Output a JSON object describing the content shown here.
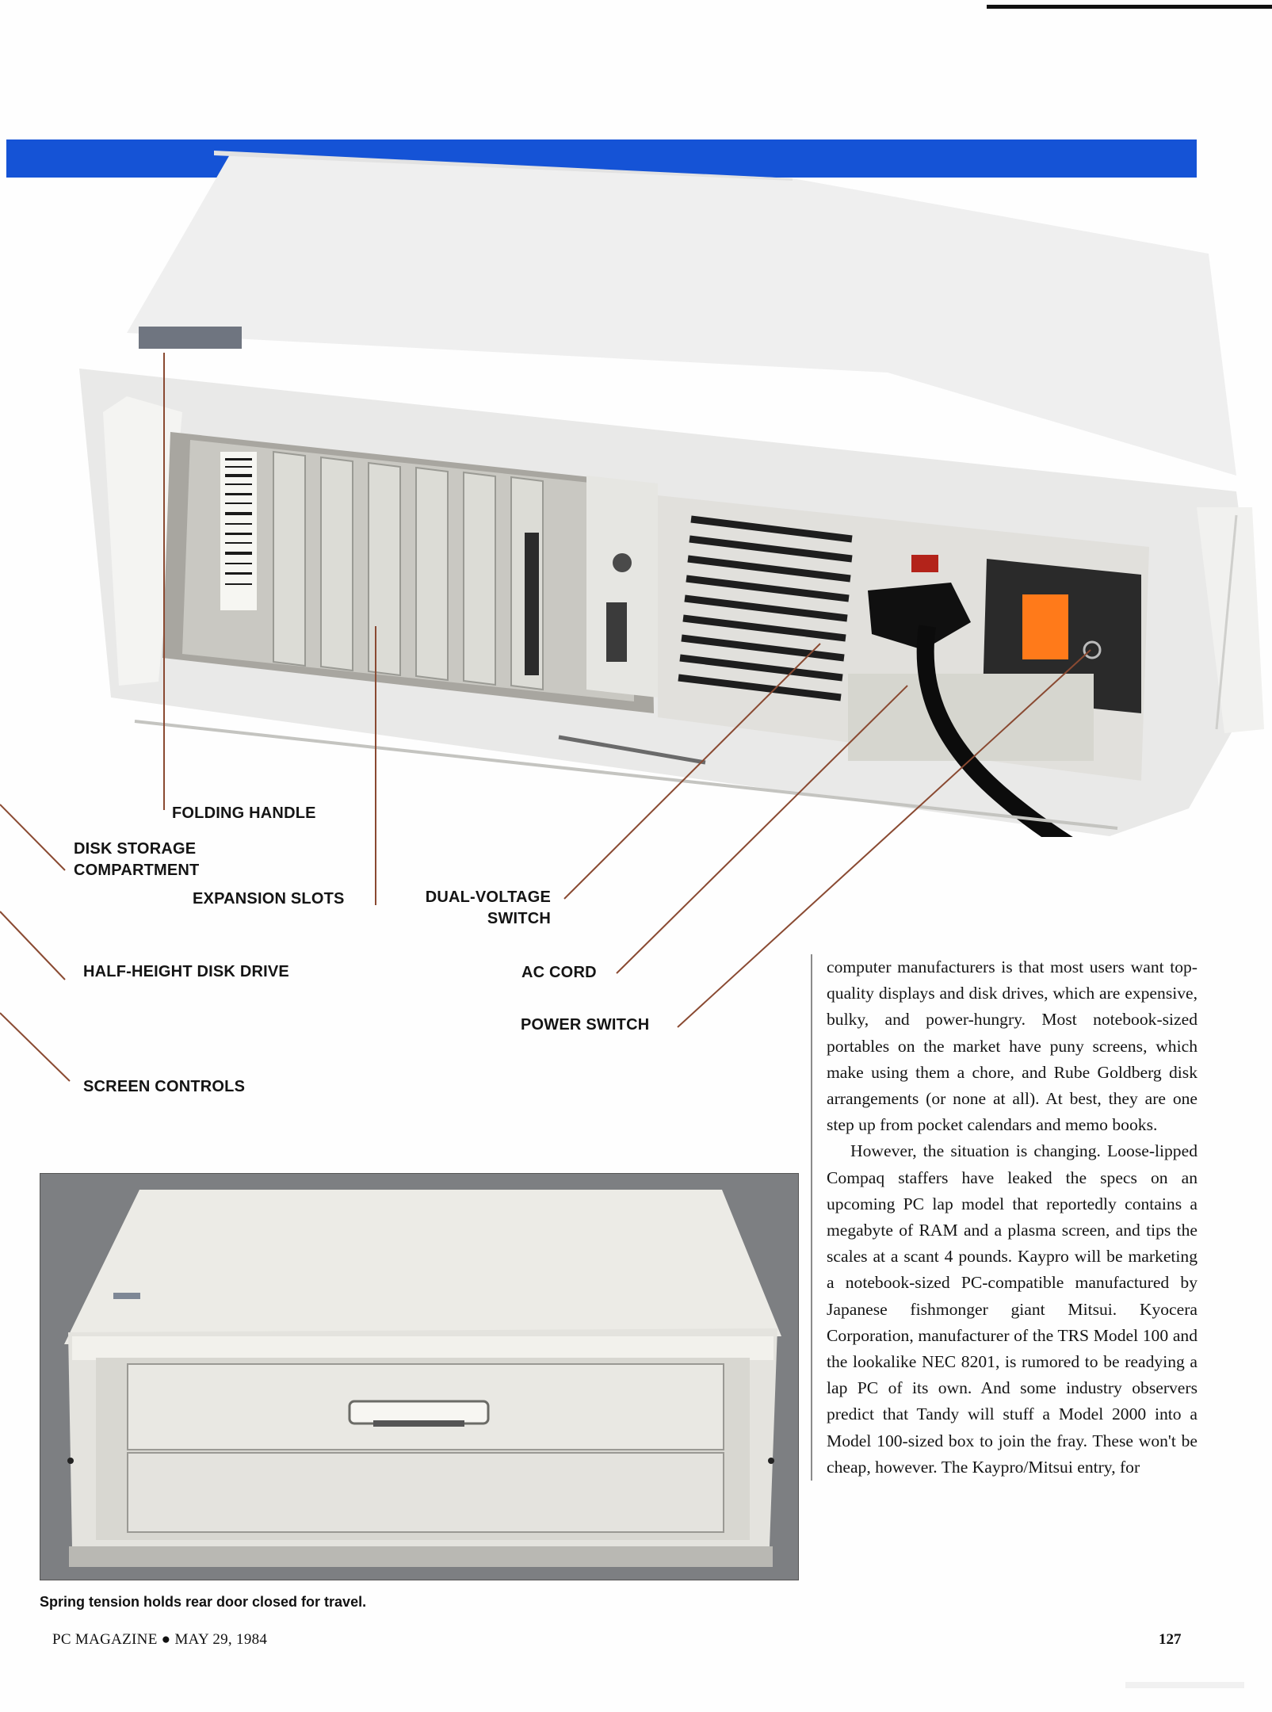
{
  "labels": {
    "folding_handle": "FOLDING HANDLE",
    "disk_storage_1": "DISK STORAGE",
    "disk_storage_2": "COMPARTMENT",
    "expansion_slots": "EXPANSION SLOTS",
    "dual_voltage_1": "DUAL-VOLTAGE",
    "dual_voltage_2": "SWITCH",
    "half_height": "HALF-HEIGHT DISK DRIVE",
    "ac_cord": "AC CORD",
    "power_switch": "POWER SWITCH",
    "screen_controls": "SCREEN CONTROLS"
  },
  "article": {
    "paragraph_1": "computer manufacturers is that most users want top-quality displays and disk drives, which are expensive, bulky, and power-hungry. Most notebook-sized portables on the market have puny screens, which make using them a chore, and Rube Goldberg disk arrangements (or none at all). At best, they are one step up from pocket calendars and memo books.",
    "paragraph_2": "However, the situation is changing. Loose-lipped Compaq staffers have leaked the specs on an upcoming PC lap model that reportedly contains a megabyte of RAM and a plasma screen, and tips the scales at a scant 4 pounds. Kaypro will be marketing a notebook-sized PC-compatible manufactured by Japanese fishmonger giant Mitsui. Kyocera Corporation, manufacturer of the TRS Model 100 and the lookalike NEC 8201, is rumored to be readying a lap PC of its own. And some industry observers predict that Tandy will stuff a Model 2000 into a Model 100-sized box to join the fray. These won't be cheap, however. The Kaypro/Mitsui entry, for"
  },
  "caption": "Spring tension holds rear door closed for travel.",
  "footer": {
    "left": "PC MAGAZINE ● MAY 29, 1984",
    "page": "127"
  },
  "colors": {
    "band": "#1553d6",
    "leader": "#8a4a32",
    "switch": "#ff7a1a"
  }
}
